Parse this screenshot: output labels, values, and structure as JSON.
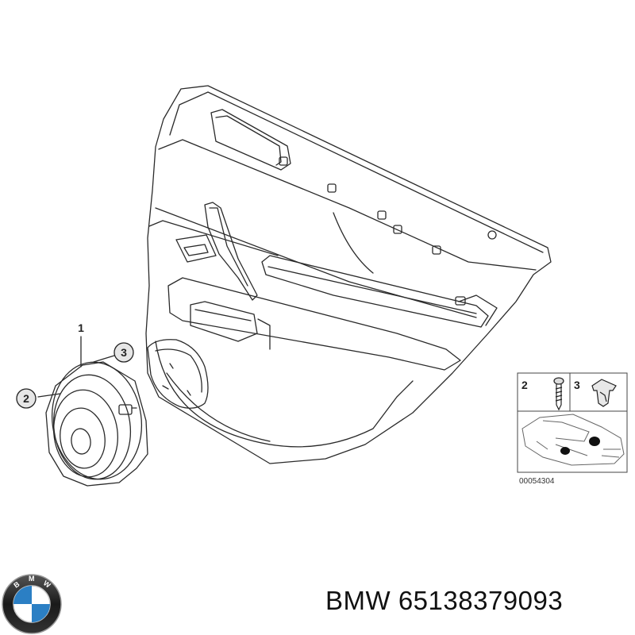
{
  "callouts": {
    "part1": "1",
    "part2": "2",
    "part3": "3"
  },
  "inset": {
    "label_screw": "2",
    "label_clip": "3",
    "reference_code": "00054304"
  },
  "logo": {
    "icon": "bmw-roundel-icon",
    "lettering": "BMW",
    "colors": {
      "blue": "#2b7fc4",
      "white": "#ffffff",
      "ring": "#1a1a1a"
    }
  },
  "product": {
    "brand": "BMW",
    "part_number": "65138379093"
  }
}
